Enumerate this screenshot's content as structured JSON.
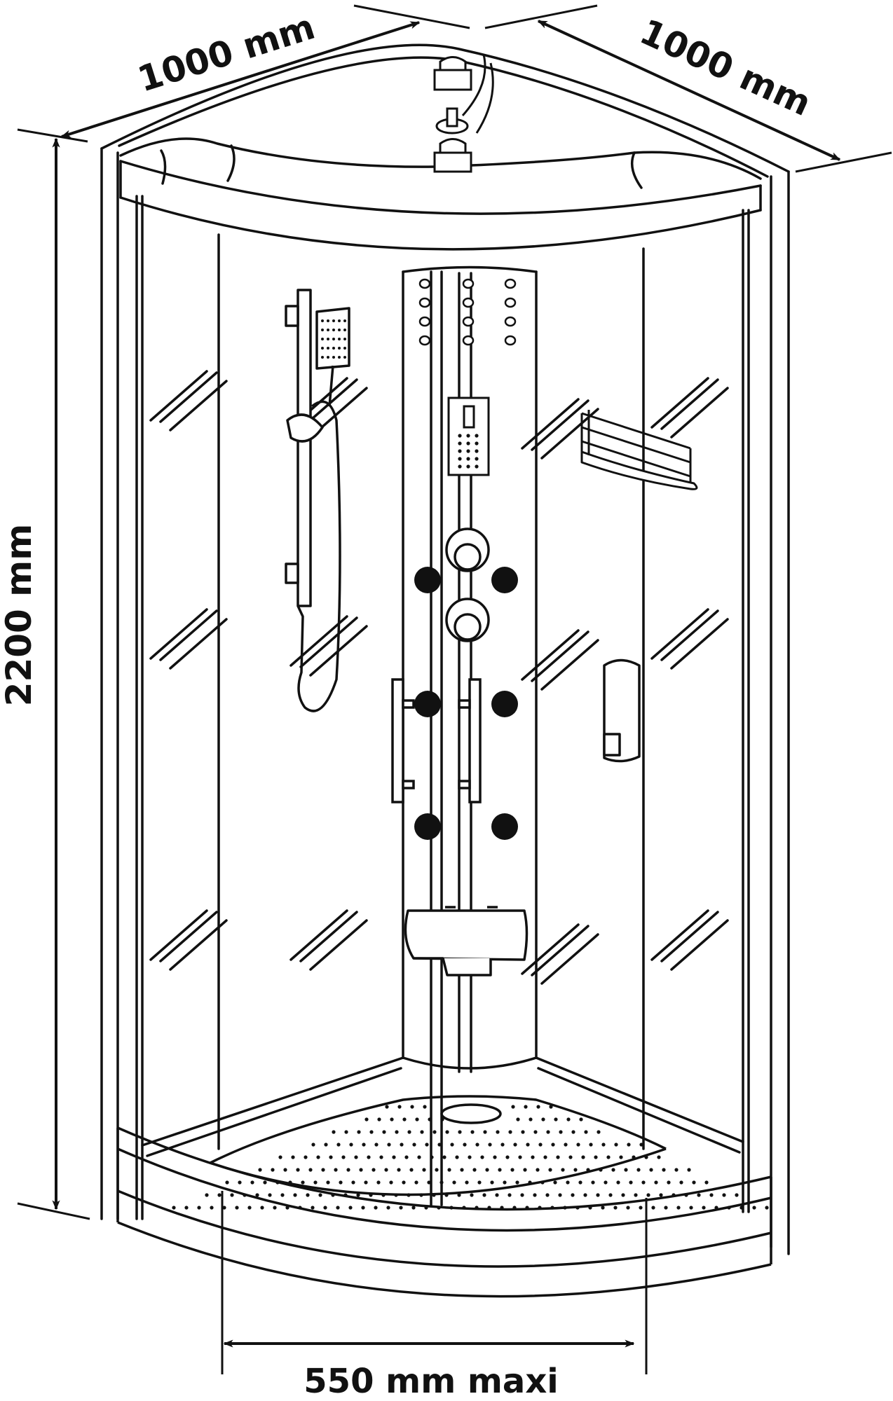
{
  "dimensions": {
    "left_width": "1000 mm",
    "right_width": "1000 mm",
    "height": "2200 mm",
    "door_opening": "550 mm maxi"
  },
  "colors": {
    "line": "#111111",
    "background": "#ffffff",
    "jet": "#111111"
  },
  "components": [
    "dimension-arrow-icon",
    "overhead-shower-icon",
    "hand-shower-icon",
    "control-panel-icon",
    "body-jet-icon",
    "shelf-icon",
    "soap-dispenser-icon",
    "folding-seat-icon",
    "door-handle-icon",
    "shower-tray-icon"
  ]
}
